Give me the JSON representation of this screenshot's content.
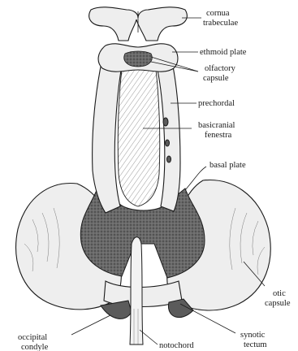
{
  "figure": {
    "labels": {
      "cornua_trabeculae": [
        "cornua",
        "trabeculae"
      ],
      "ethmoid_plate": "ethmoid plate",
      "olfactory_capsule": [
        "olfactory",
        "capsule"
      ],
      "prechordal": "prechordal",
      "basicranial_fenestra": [
        "basicranial",
        "fenestra"
      ],
      "basal_plate": "basal plate",
      "otic_capsule": [
        "otic",
        "capsule"
      ],
      "occipital_condyle": [
        "occipital",
        "condyle"
      ],
      "notochord": "notochord",
      "synotic_tectum": [
        "synotic",
        "tectum"
      ]
    }
  }
}
